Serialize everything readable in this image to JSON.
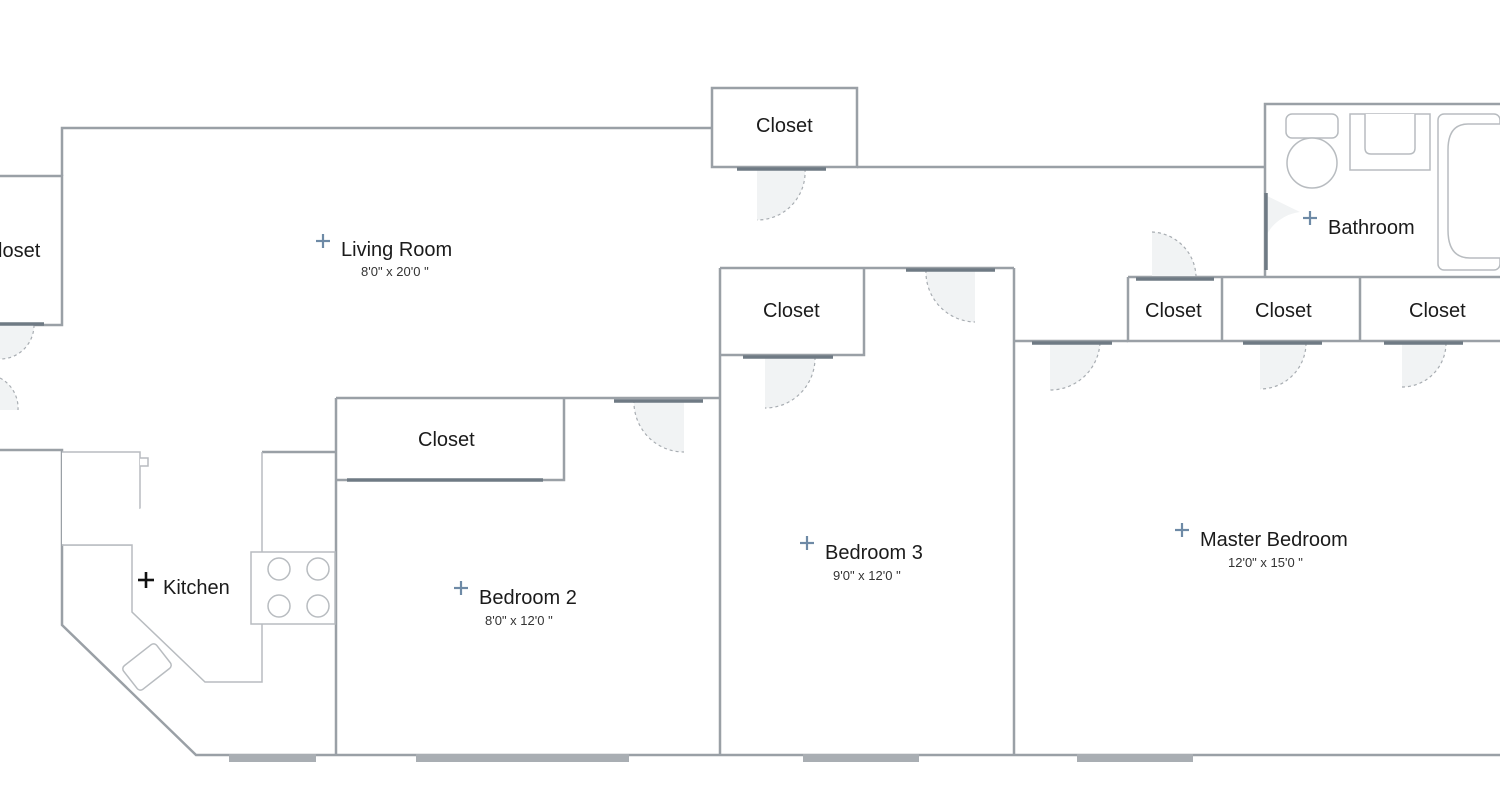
{
  "rooms": {
    "living_room": {
      "name": "Living Room",
      "dimensions": "8'0\" x 20'0 \""
    },
    "kitchen": {
      "name": "Kitchen"
    },
    "bedroom_2": {
      "name": "Bedroom 2",
      "dimensions": "8'0\" x 12'0 \""
    },
    "bedroom_3": {
      "name": "Bedroom 3",
      "dimensions": "9'0\" x 12'0 \""
    },
    "master_bedroom": {
      "name": "Master Bedroom",
      "dimensions": "12'0\" x 15'0 \""
    },
    "bathroom": {
      "name": "Bathroom"
    }
  },
  "closets": {
    "left": "loset",
    "top": "Closet",
    "bedroom_2": "Closet",
    "bedroom_3": "Closet",
    "small": "Closet",
    "master_a": "Closet",
    "master_b": "Closet"
  },
  "colors": {
    "walls": "#9aa0a6",
    "marker_blue": "#6e8aa6",
    "marker_black": "#111111",
    "window": "#a9aeb3"
  },
  "icons": {
    "room_marker": "plus-icon",
    "door": "door-swing-icon",
    "window": "window-icon",
    "toilet": "toilet-icon",
    "sink": "sink-icon",
    "bathtub": "bathtub-icon",
    "stove": "stove-icon"
  }
}
